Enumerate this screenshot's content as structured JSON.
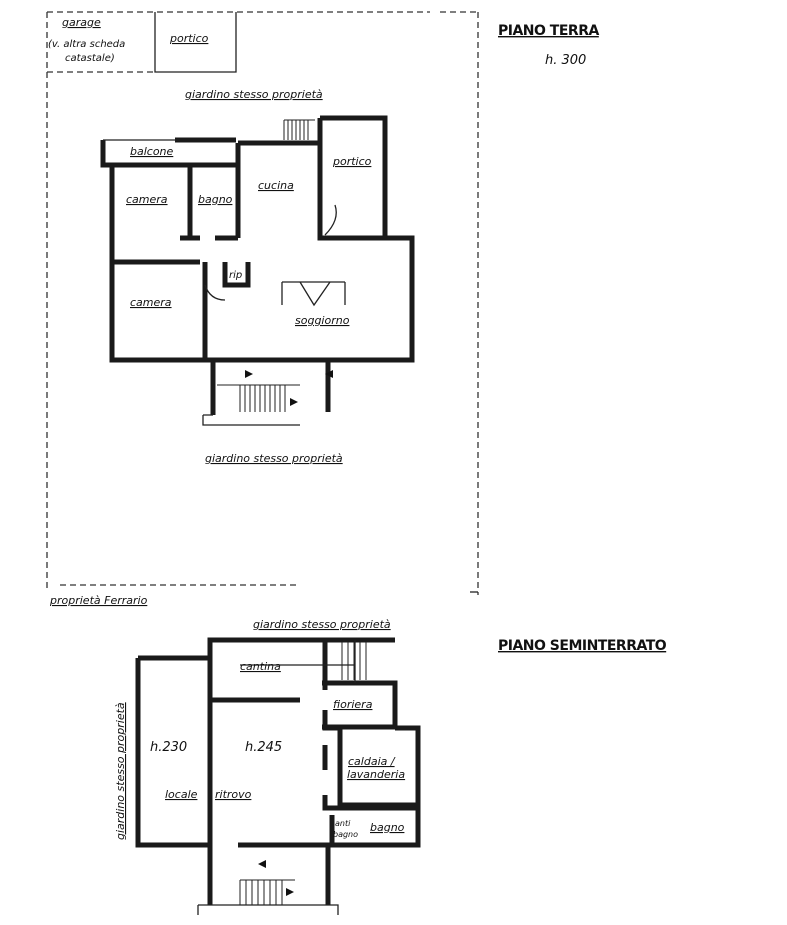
{
  "ground_floor": {
    "title": "PIANO TERRA",
    "height": "h. 300",
    "rooms": {
      "garage": "garage",
      "garage_note_1": "(v. altra scheda",
      "garage_note_2": "catastale)",
      "portico_top": "portico",
      "garden_top": "giardino stesso proprietà",
      "balcone": "balcone",
      "camera_1": "camera",
      "bagno": "bagno",
      "cucina": "cucina",
      "portico_right": "portico",
      "rip": "rip",
      "camera_2": "camera",
      "soggiorno": "soggiorno",
      "garden_bottom": "giardino stesso proprietà"
    },
    "neighbor": "proprietà Ferrario"
  },
  "basement": {
    "title": "PIANO SEMINTERRATO",
    "garden_top": "giardino stesso proprietà",
    "garden_left": "giardino stesso proprietà",
    "rooms": {
      "cantina": "cantina",
      "fioriera": "fioriera",
      "h_left": "h.230",
      "h_right": "h.245",
      "locale": "locale",
      "ritrovo": "ritrovo",
      "caldaia": "caldaia /",
      "lavanderia": "lavanderia",
      "anti_bagno_1": "anti",
      "anti_bagno_2": "bagno",
      "bagno": "bagno"
    }
  }
}
